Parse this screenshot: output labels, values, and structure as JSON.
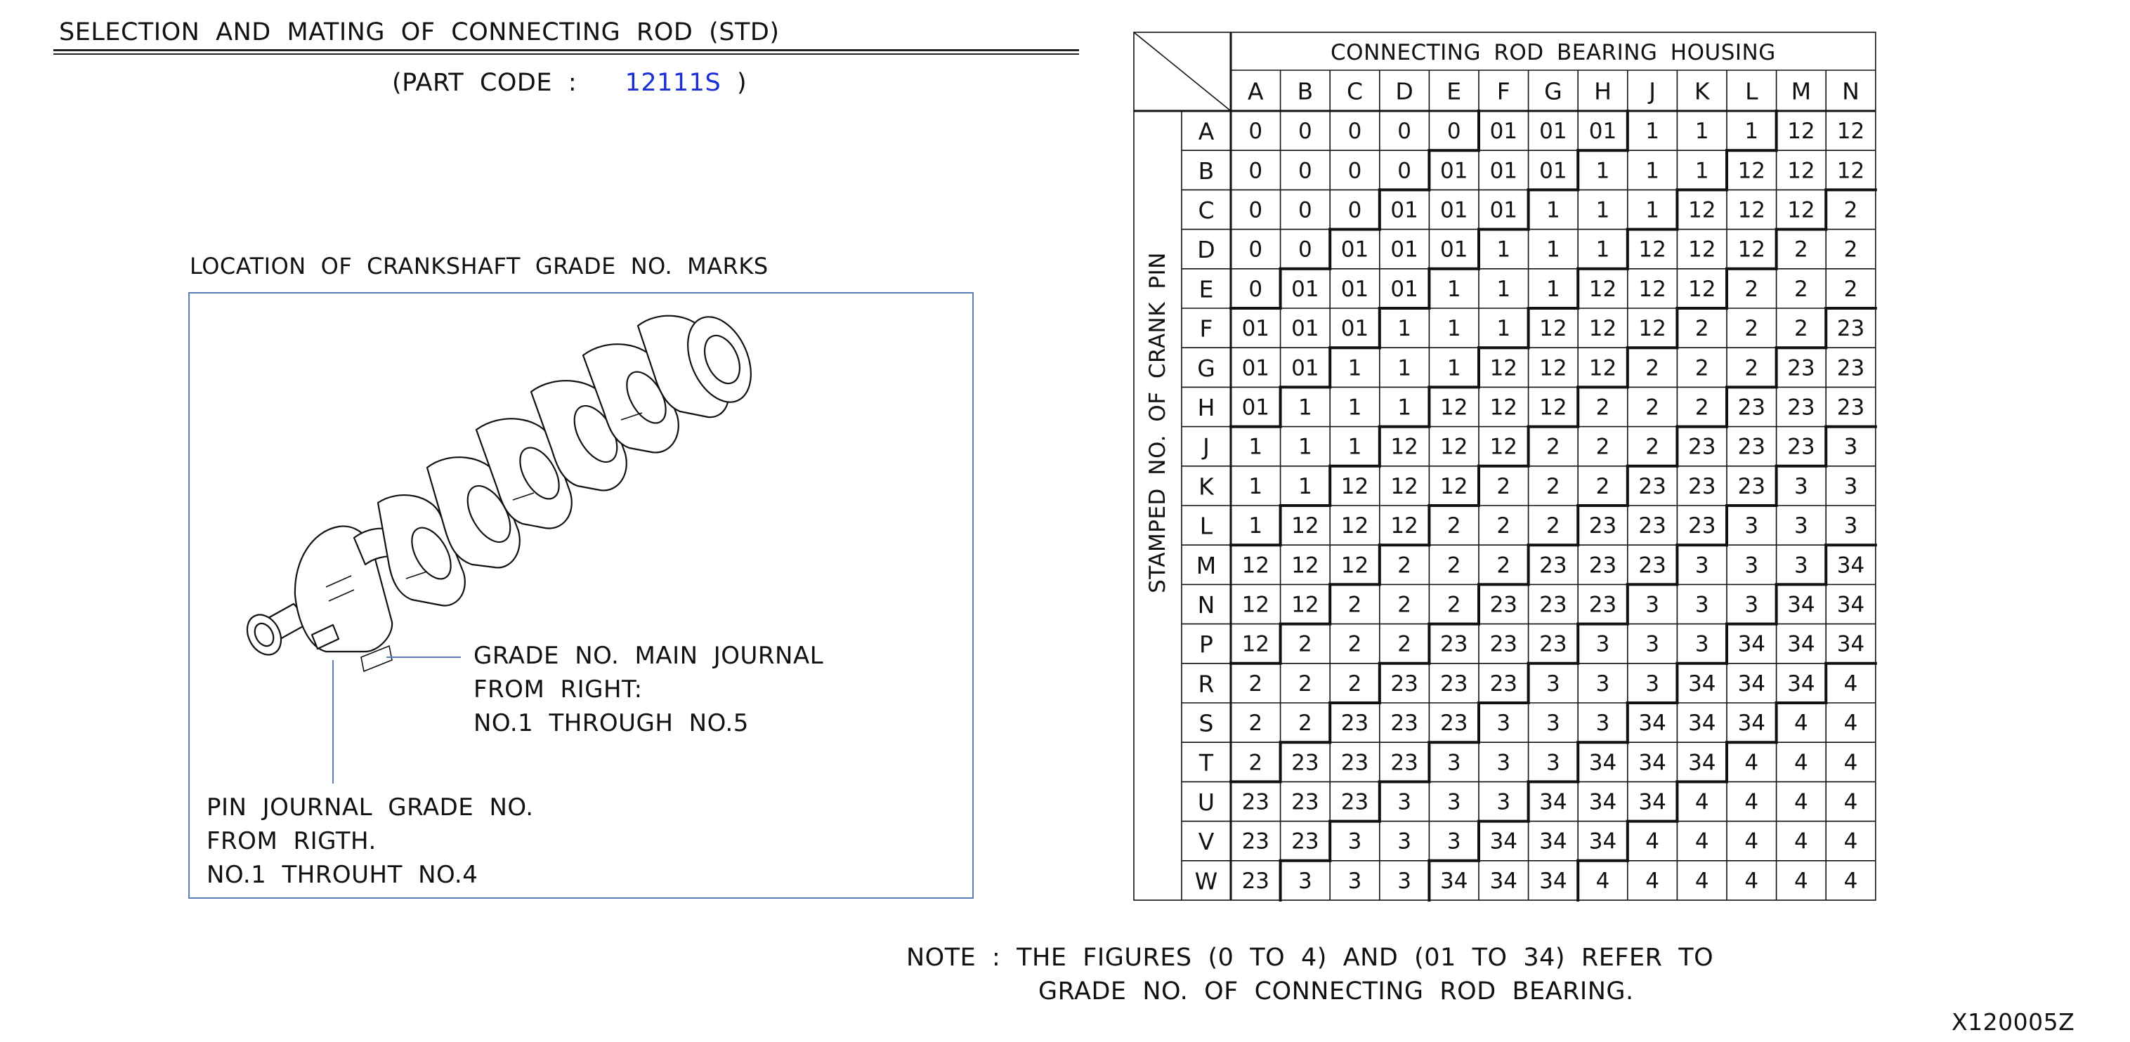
{
  "header": {
    "title": "SELECTION AND MATING OF CONNECTING ROD (STD)",
    "part_code_prefix": "(PART CODE :",
    "part_code": "12111S",
    "part_code_suffix": ")"
  },
  "figure": {
    "title": "LOCATION OF CRANKSHAFT GRADE NO. MARKS",
    "illustration": "crankshaft-illustration",
    "main_journal_label": [
      "GRADE NO. MAIN JOURNAL",
      "FROM RIGHT:",
      "NO.1 THROUGH NO.5"
    ],
    "pin_journal_label": [
      "PIN JOURNAL GRADE NO.",
      "FROM RIGTH.",
      "NO.1 THROUHT NO.4"
    ],
    "colors": {
      "frame": "#5b7fb8",
      "leader": "#5b7fb8",
      "part_code": "#1a2fd6"
    }
  },
  "table": {
    "column_header": "CONNECTING ROD BEARING HOUSING",
    "row_header": "STAMPED NO. OF CRANK PIN",
    "columns": [
      "A",
      "B",
      "C",
      "D",
      "E",
      "F",
      "G",
      "H",
      "J",
      "K",
      "L",
      "M",
      "N"
    ],
    "rows": [
      {
        "label": "A",
        "cells": [
          "0",
          "0",
          "0",
          "0",
          "0",
          "01",
          "01",
          "01",
          "1",
          "1",
          "1",
          "12",
          "12"
        ]
      },
      {
        "label": "B",
        "cells": [
          "0",
          "0",
          "0",
          "0",
          "01",
          "01",
          "01",
          "1",
          "1",
          "1",
          "12",
          "12",
          "12"
        ]
      },
      {
        "label": "C",
        "cells": [
          "0",
          "0",
          "0",
          "01",
          "01",
          "01",
          "1",
          "1",
          "1",
          "12",
          "12",
          "12",
          "2"
        ]
      },
      {
        "label": "D",
        "cells": [
          "0",
          "0",
          "01",
          "01",
          "01",
          "1",
          "1",
          "1",
          "12",
          "12",
          "12",
          "2",
          "2"
        ]
      },
      {
        "label": "E",
        "cells": [
          "0",
          "01",
          "01",
          "01",
          "1",
          "1",
          "1",
          "12",
          "12",
          "12",
          "2",
          "2",
          "2"
        ]
      },
      {
        "label": "F",
        "cells": [
          "01",
          "01",
          "01",
          "1",
          "1",
          "1",
          "12",
          "12",
          "12",
          "2",
          "2",
          "2",
          "23"
        ]
      },
      {
        "label": "G",
        "cells": [
          "01",
          "01",
          "1",
          "1",
          "1",
          "12",
          "12",
          "12",
          "2",
          "2",
          "2",
          "23",
          "23"
        ]
      },
      {
        "label": "H",
        "cells": [
          "01",
          "1",
          "1",
          "1",
          "12",
          "12",
          "12",
          "2",
          "2",
          "2",
          "23",
          "23",
          "23"
        ]
      },
      {
        "label": "J",
        "cells": [
          "1",
          "1",
          "1",
          "12",
          "12",
          "12",
          "2",
          "2",
          "2",
          "23",
          "23",
          "23",
          "3"
        ]
      },
      {
        "label": "K",
        "cells": [
          "1",
          "1",
          "12",
          "12",
          "12",
          "2",
          "2",
          "2",
          "23",
          "23",
          "23",
          "3",
          "3"
        ]
      },
      {
        "label": "L",
        "cells": [
          "1",
          "12",
          "12",
          "12",
          "2",
          "2",
          "2",
          "23",
          "23",
          "23",
          "3",
          "3",
          "3"
        ]
      },
      {
        "label": "M",
        "cells": [
          "12",
          "12",
          "12",
          "2",
          "2",
          "2",
          "23",
          "23",
          "23",
          "3",
          "3",
          "3",
          "34"
        ]
      },
      {
        "label": "N",
        "cells": [
          "12",
          "12",
          "2",
          "2",
          "2",
          "23",
          "23",
          "23",
          "3",
          "3",
          "3",
          "34",
          "34"
        ]
      },
      {
        "label": "P",
        "cells": [
          "12",
          "2",
          "2",
          "2",
          "23",
          "23",
          "23",
          "3",
          "3",
          "3",
          "34",
          "34",
          "34"
        ]
      },
      {
        "label": "R",
        "cells": [
          "2",
          "2",
          "2",
          "23",
          "23",
          "23",
          "3",
          "3",
          "3",
          "34",
          "34",
          "34",
          "4"
        ]
      },
      {
        "label": "S",
        "cells": [
          "2",
          "2",
          "23",
          "23",
          "23",
          "3",
          "3",
          "3",
          "34",
          "34",
          "34",
          "4",
          "4"
        ]
      },
      {
        "label": "T",
        "cells": [
          "2",
          "23",
          "23",
          "23",
          "3",
          "3",
          "3",
          "34",
          "34",
          "34",
          "4",
          "4",
          "4"
        ]
      },
      {
        "label": "U",
        "cells": [
          "23",
          "23",
          "23",
          "3",
          "3",
          "3",
          "34",
          "34",
          "34",
          "4",
          "4",
          "4",
          "4"
        ]
      },
      {
        "label": "V",
        "cells": [
          "23",
          "23",
          "3",
          "3",
          "3",
          "34",
          "34",
          "34",
          "4",
          "4",
          "4",
          "4",
          "4"
        ]
      },
      {
        "label": "W",
        "cells": [
          "23",
          "3",
          "3",
          "3",
          "34",
          "34",
          "34",
          "4",
          "4",
          "4",
          "4",
          "4",
          "4"
        ]
      }
    ]
  },
  "note": {
    "line1": "NOTE : THE FIGURES (0 TO 4) AND (01 TO 34) REFER TO",
    "line2": "GRADE NO. OF CONNECTING ROD BEARING."
  },
  "figure_id": "X120005Z"
}
